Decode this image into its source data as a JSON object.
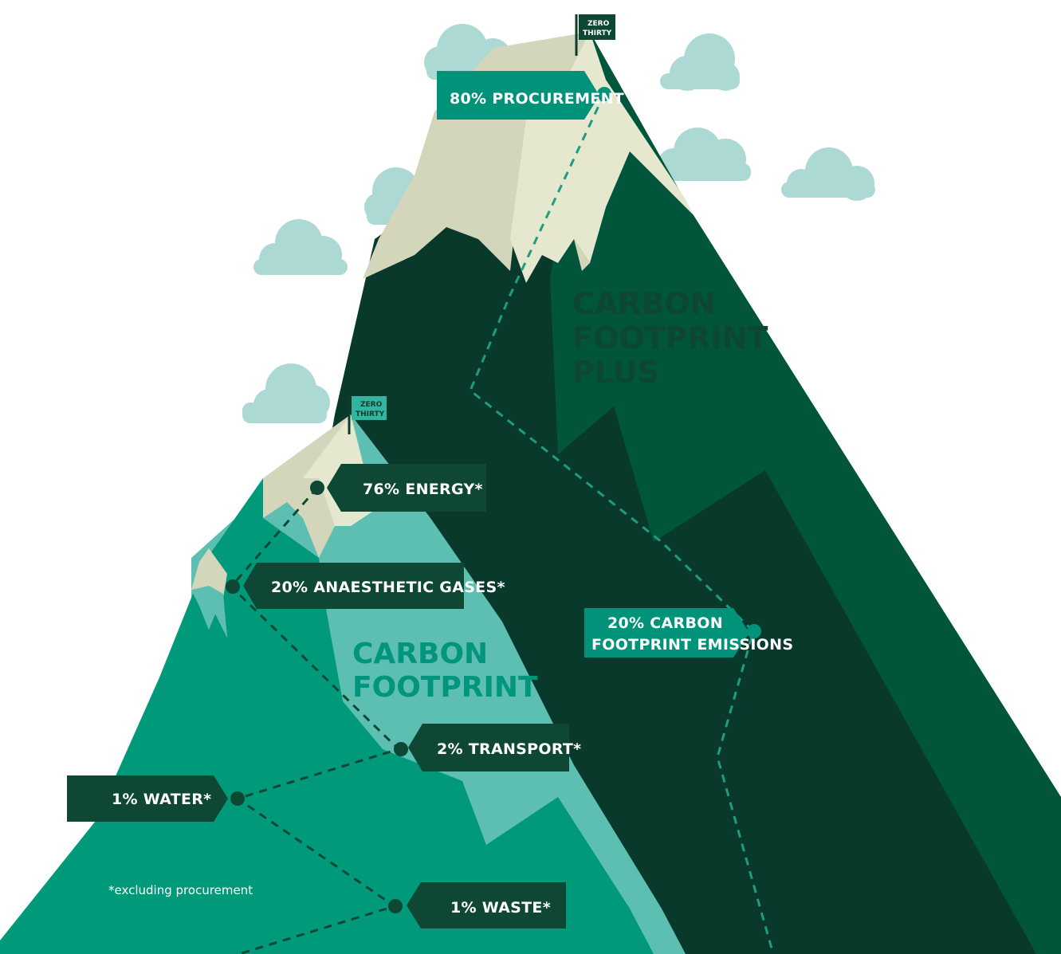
{
  "colors": {
    "dark_green": "#08392a",
    "forest_green": "#00553a",
    "teal": "#00997a",
    "light_teal": "#5dbfb1",
    "snow": "#d4d6bc",
    "snow_light": "#e5e8cf",
    "cloud": "#acd9d3",
    "tag_teal": "#00937a",
    "tag_dark": "#0e4733",
    "big_label_dark": "#0d4633",
    "big_label_teal": "#00957c"
  },
  "flags": [
    {
      "line1": "ZERO",
      "line2": "THIRTY"
    },
    {
      "line1": "ZERO",
      "line2": "THIRTY"
    }
  ],
  "mountains": {
    "carbon_footprint_plus": [
      "CARBON",
      "FOOTPRINT",
      "PLUS"
    ],
    "carbon_footprint": [
      "CARBON",
      "FOOTPRINT"
    ]
  },
  "tags": {
    "procurement": "80% PROCUREMENT",
    "energy": "76% ENERGY*",
    "anaesthetic": "20% ANAESTHETIC GASES*",
    "carbon_emissions": [
      "20% CARBON",
      "FOOTPRINT EMISSIONS"
    ],
    "transport": "2% TRANSPORT*",
    "water": "1% WATER*",
    "waste": "1% WASTE*"
  },
  "footnote": "*excluding procurement"
}
